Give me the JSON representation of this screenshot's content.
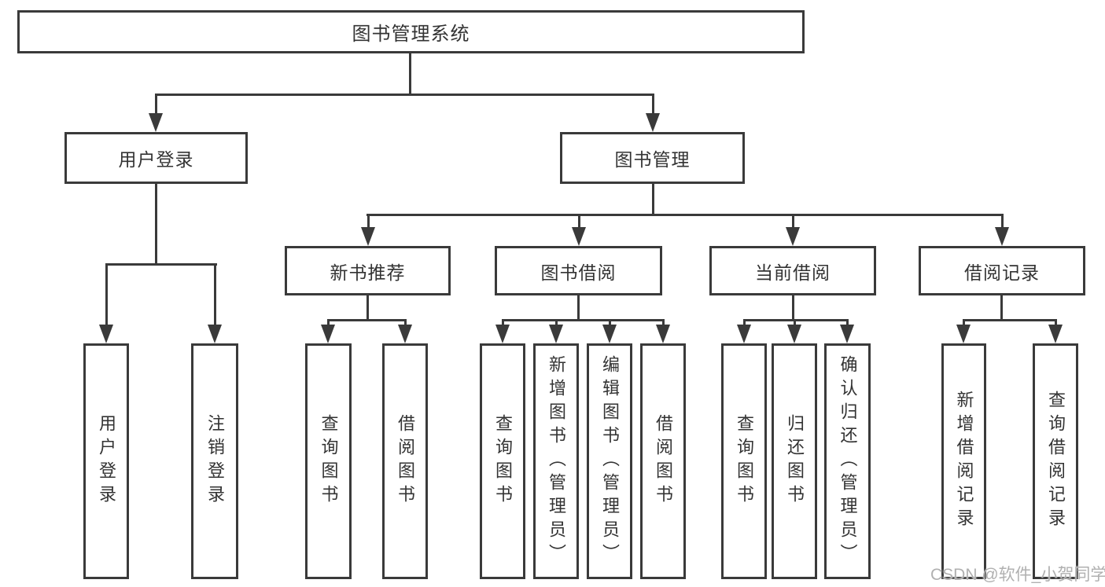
{
  "diagram": {
    "root_label": "图书管理系统",
    "branches": {
      "user_login": {
        "label": "用户登录",
        "children": [
          "用户登录",
          "注销登录"
        ]
      },
      "book_management": {
        "label": "图书管理",
        "sections": {
          "new_books": {
            "label": "新书推荐",
            "children": [
              "查询图书",
              "借阅图书"
            ]
          },
          "borrowing": {
            "label": "图书借阅",
            "children": [
              "查询图书",
              "新增图书（管理员）",
              "编辑图书（管理员）",
              "借阅图书"
            ]
          },
          "current": {
            "label": "当前借阅",
            "children": [
              "查询图书",
              "归还图书",
              "确认归还（管理员）"
            ]
          },
          "records": {
            "label": "借阅记录",
            "children": [
              "新增借阅记录",
              "查询借阅记录"
            ]
          }
        }
      }
    }
  },
  "watermark": {
    "text": "CSDN @软件_小贺同学"
  },
  "colors": {
    "line": "#3a3a3a",
    "text": "#333333",
    "box_bg": "#ffffff",
    "watermark": "#b0b0b0",
    "canvas_bg": "#ffffff"
  }
}
